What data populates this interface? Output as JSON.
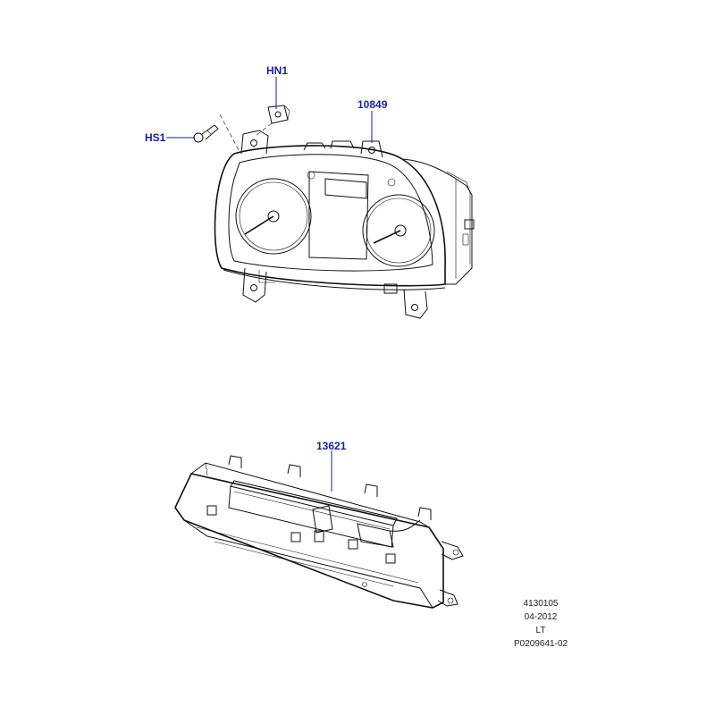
{
  "callouts": {
    "hn1": "HN1",
    "part_10849": "10849",
    "hs1": "HS1",
    "part_13621": "13621"
  },
  "reference": {
    "line1": "4130105",
    "line2": "04-2012",
    "line3": "LT",
    "line4": "P0209641-02"
  },
  "colors": {
    "callout_text": "#1a1f9c",
    "line_art": "#111111",
    "background": "#ffffff"
  }
}
